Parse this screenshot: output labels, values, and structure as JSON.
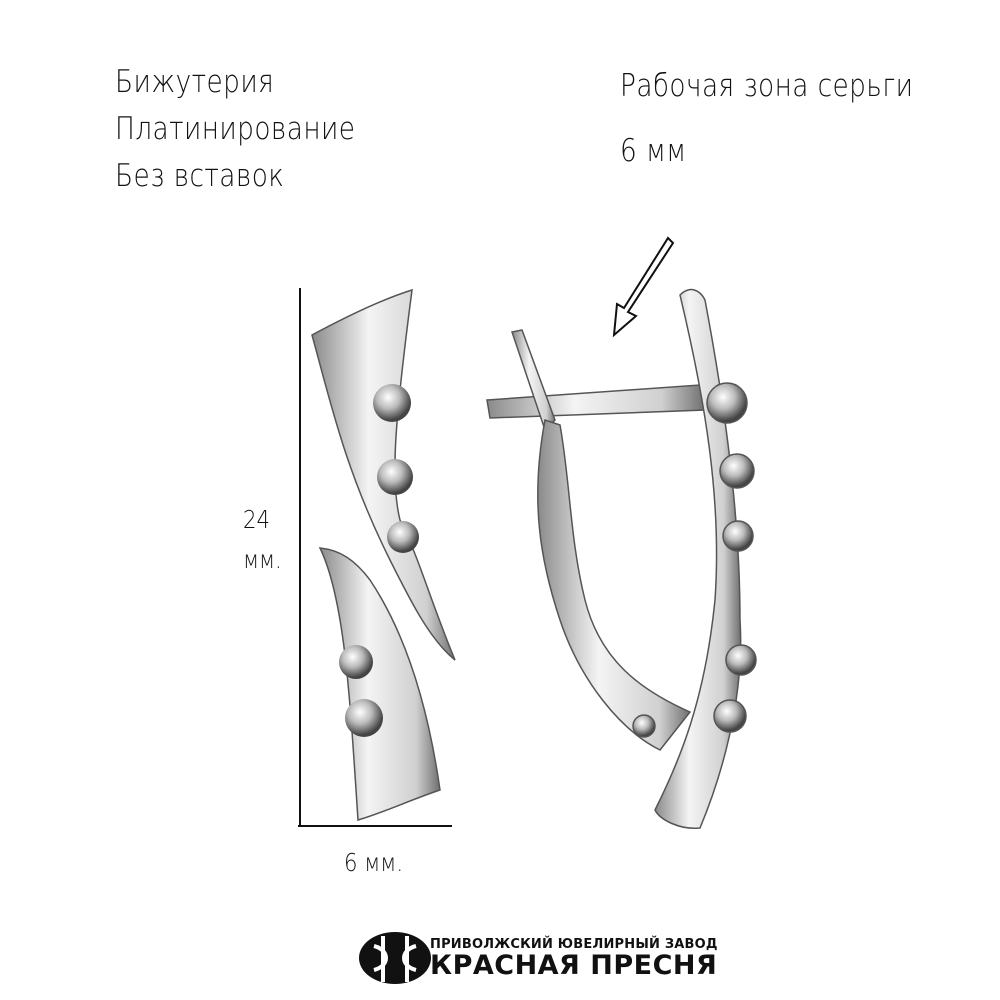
{
  "features": [
    "Бижутерия",
    "Платинирование",
    "Без вставок"
  ],
  "working_zone": {
    "label": "Рабочая зона серьги",
    "value": "6 мм"
  },
  "dimensions": {
    "height_value": "24",
    "height_unit": "мм.",
    "width": "6 мм."
  },
  "brand": {
    "line1": "ПРИВОЛЖСКИЙ ЮВЕЛИРНЫЙ ЗАВОД",
    "line2": "КРАСНАЯ ПРЕСНЯ"
  }
}
